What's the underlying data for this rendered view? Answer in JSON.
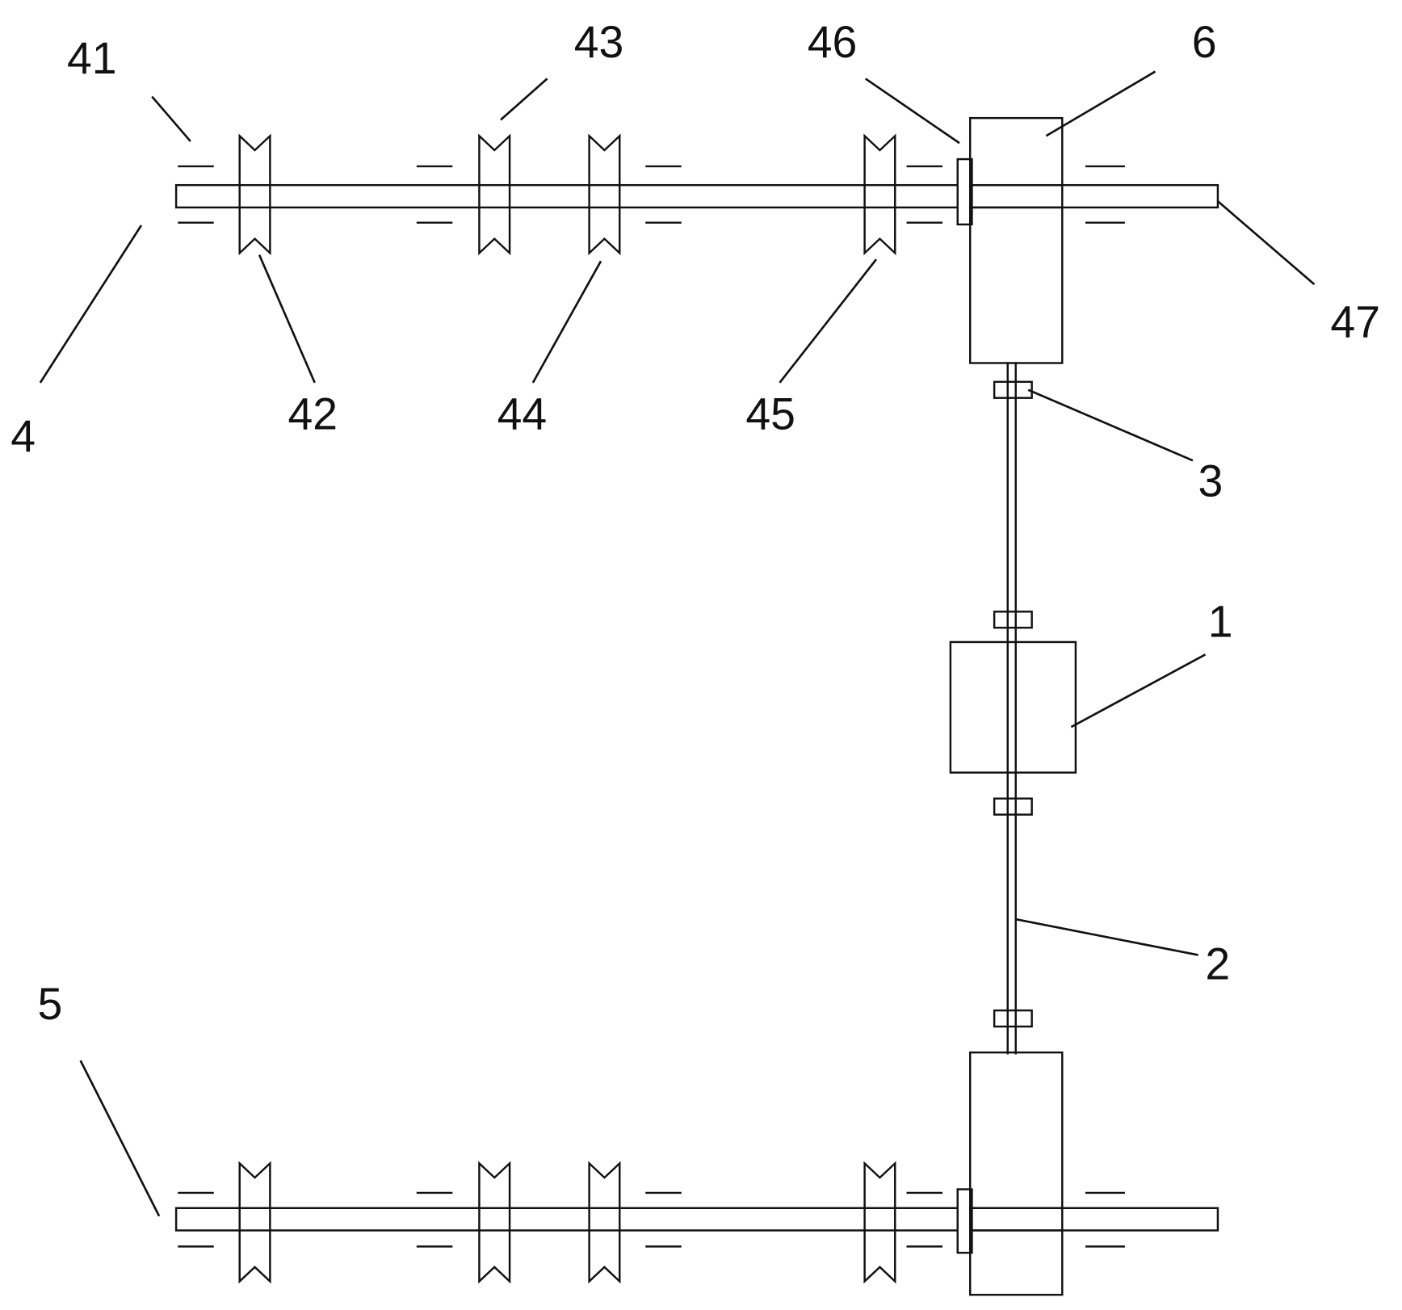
{
  "figure": {
    "type": "mechanical schematic",
    "line_color": "#111111",
    "background": "#ffffff"
  },
  "components": {
    "motor": {
      "label": "1"
    },
    "vertical_shaft": {
      "label": "2"
    },
    "coupling": {
      "label": "3"
    },
    "upper_shaft_assembly": {
      "label": "4"
    },
    "lower_shaft_assembly": {
      "label": "5"
    },
    "upper_gearbox": {
      "label": "6"
    },
    "bearing": {
      "label": "41"
    },
    "pulley_a": {
      "label": "42"
    },
    "pulley_b": {
      "label": "43"
    },
    "pulley_c": {
      "label": "44"
    },
    "pulley_d": {
      "label": "45"
    },
    "collar": {
      "label": "46"
    },
    "shaft_end": {
      "label": "47"
    }
  }
}
